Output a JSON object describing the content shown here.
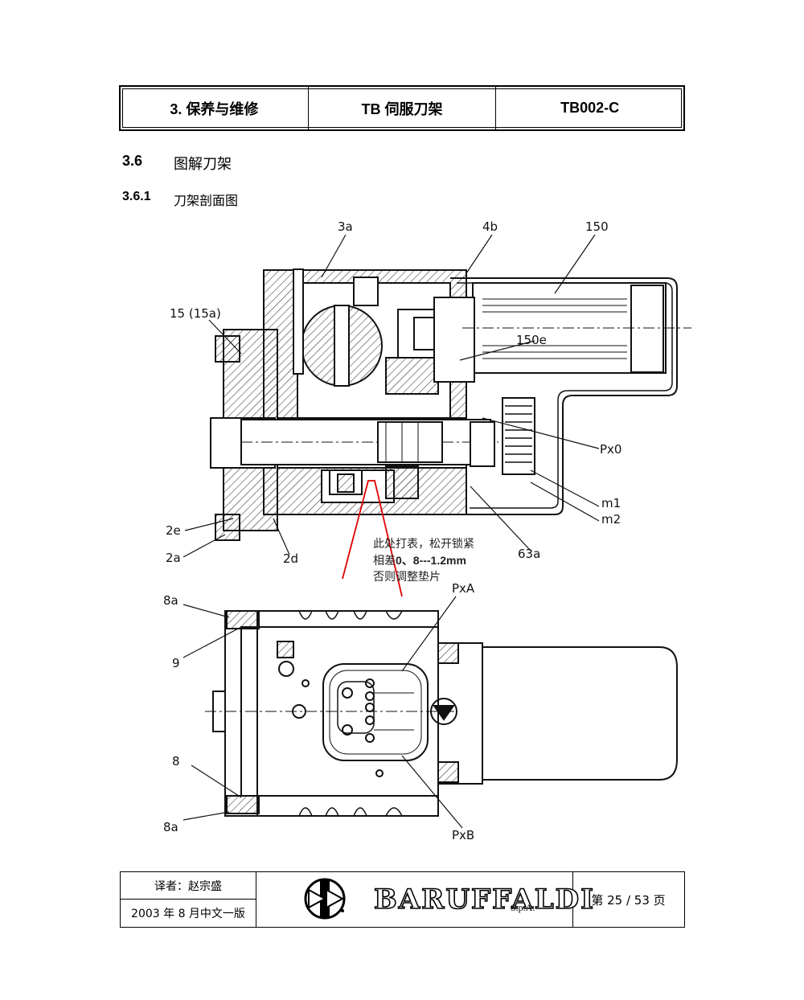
{
  "header": {
    "section": "3. 保养与维修",
    "product": "TB 伺服刀架",
    "code": "TB002-C"
  },
  "sections": {
    "s1": {
      "number": "3.6",
      "title": "图解刀架"
    },
    "s2": {
      "number": "3.6.1",
      "title": "刀架剖面图"
    }
  },
  "labels": {
    "l3a": "3a",
    "l4b": "4b",
    "l150": "150",
    "l15": "15 (15a)",
    "l150e": "150e",
    "lPx0": "Px0",
    "lm1": "m1",
    "lm2": "m2",
    "l2e": "2e",
    "l2a": "2a",
    "l2d": "2d",
    "l63a": "63a",
    "l8a_top": "8a",
    "lPxA": "PxA",
    "l9": "9",
    "l8": "8",
    "l8a_bottom": "8a",
    "lPxB": "PxB"
  },
  "note": {
    "line1": "此处打表，松开锁紧",
    "line2_prefix": "相差",
    "line2_value": "0、8---1.2mm",
    "line3": "否则调整垫片",
    "arrow_color": "#e00000"
  },
  "footer": {
    "translator": "译者：赵宗盛",
    "edition": "2003 年 8 月中文一版",
    "brand": "BARUFFALDI",
    "brand_suffix": "S.p.A.",
    "page": "第 25 / 53 页"
  }
}
